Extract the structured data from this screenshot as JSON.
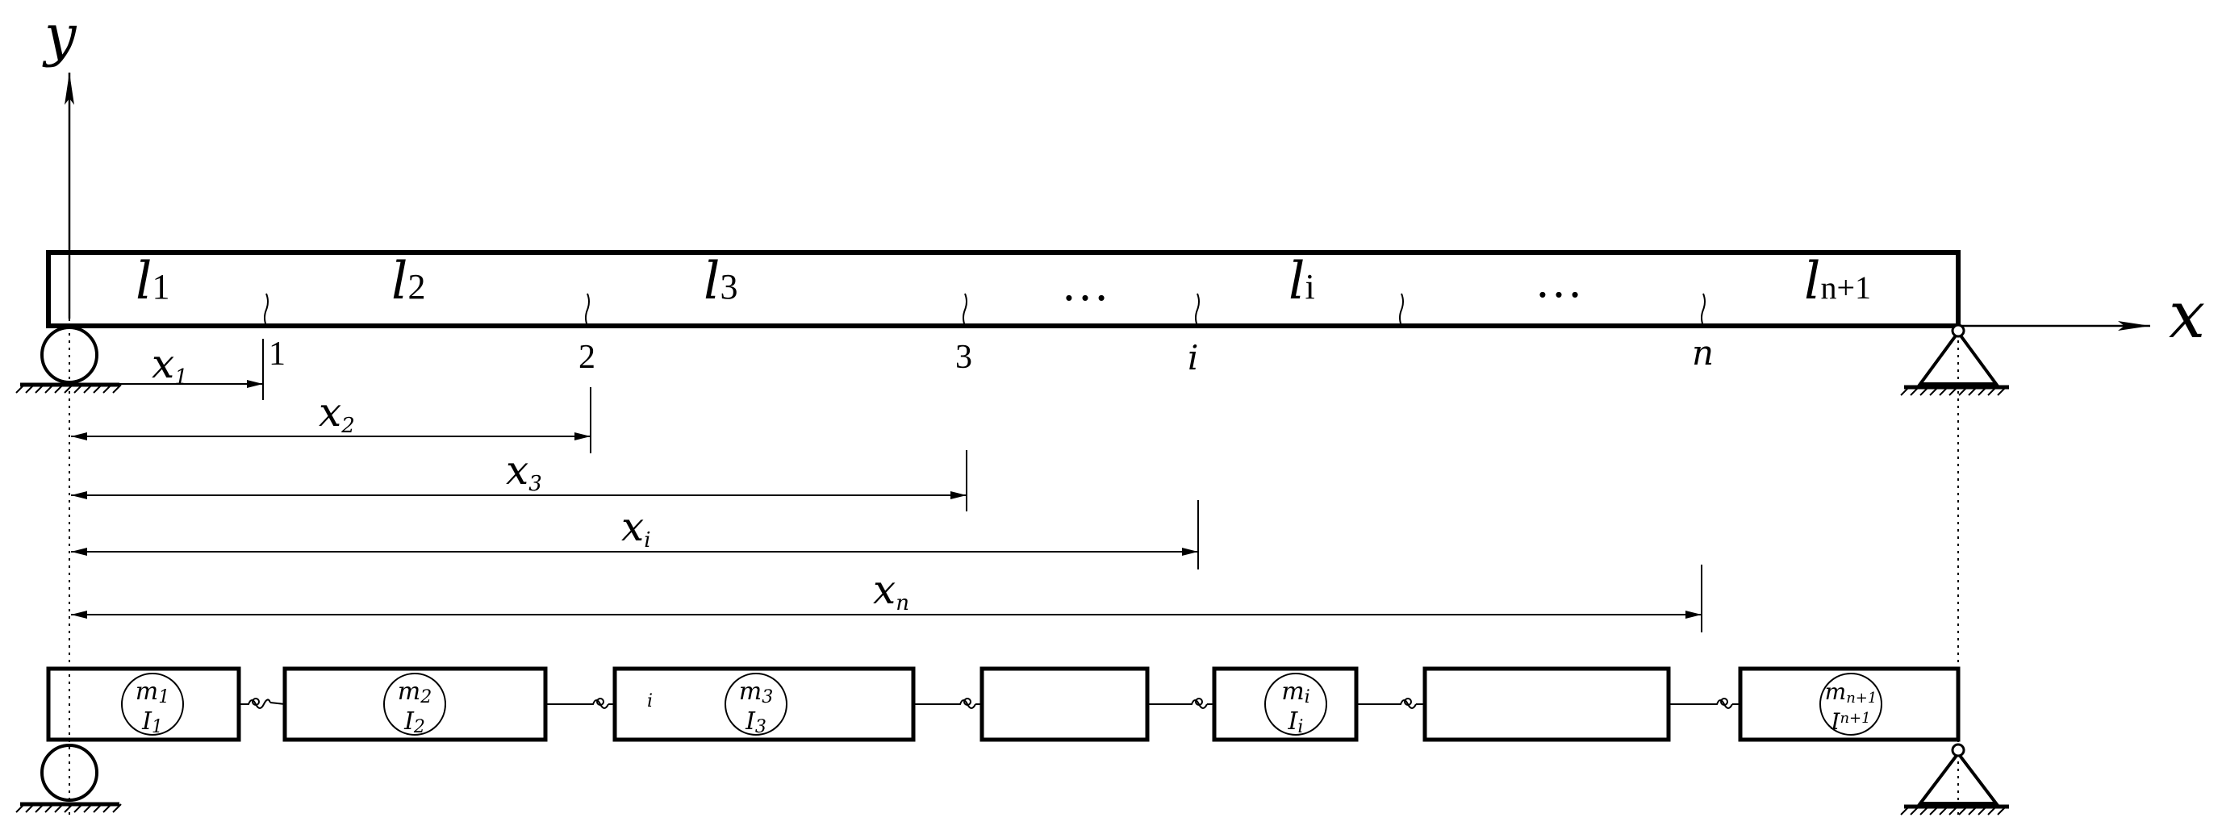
{
  "colors": {
    "ink": "#000000",
    "background": "#ffffff"
  },
  "axes": {
    "x_label": "x",
    "y_label": "y"
  },
  "segments": [
    {
      "main": "l",
      "sub": "1"
    },
    {
      "main": "l",
      "sub": "2"
    },
    {
      "main": "l",
      "sub": "3"
    },
    {
      "main": "l",
      "sub": "i"
    },
    {
      "main": "l",
      "sub": "n+1"
    }
  ],
  "ellipses": [
    "…",
    "…"
  ],
  "nodes": [
    "1",
    "2",
    "3",
    "i",
    "n"
  ],
  "distances": [
    {
      "main": "x",
      "sub": "1"
    },
    {
      "main": "x",
      "sub": "2"
    },
    {
      "main": "x",
      "sub": "3"
    },
    {
      "main": "x",
      "sub": "i"
    },
    {
      "main": "x",
      "sub": "n"
    }
  ],
  "masses": [
    {
      "m": "m",
      "m_sub": "1",
      "I": "I",
      "I_sub": "1"
    },
    {
      "m": "m",
      "m_sub": "2",
      "I": "I",
      "I_sub": "2"
    },
    {
      "m": "m",
      "m_sub": "3",
      "I": "I",
      "I_sub": "3"
    },
    {
      "m": "m",
      "m_sub": "i",
      "I": "I",
      "I_sub": "i"
    },
    {
      "m": "m",
      "m_sub": "n+1",
      "I": "I",
      "I_sub": "n+1"
    }
  ],
  "stray_label": "i"
}
